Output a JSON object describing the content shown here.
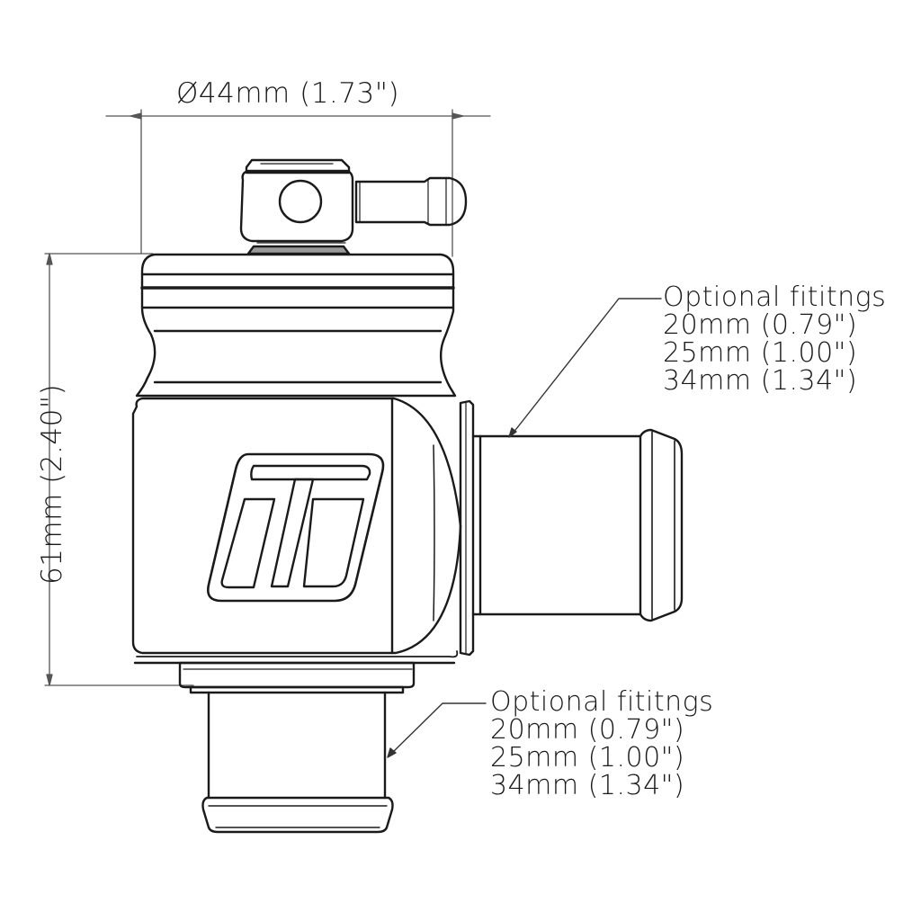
{
  "diagram": {
    "subject": "blow-off / diverter valve dimensional drawing",
    "dimensions": {
      "diameter": {
        "symbol": "Ø",
        "label": "Ø44mm (1.73\")",
        "mm": 44,
        "in": 1.73
      },
      "height": {
        "label": "61mm (2.40\")",
        "mm": 61,
        "in": 2.4
      }
    },
    "callouts": [
      {
        "target": "side outlet fitting",
        "title": "Optional fititngs",
        "sizes": [
          "20mm (0.79\")",
          "25mm (1.00\")",
          "34mm (1.34\")"
        ]
      },
      {
        "target": "bottom inlet fitting",
        "title": "Optional fititngs",
        "sizes": [
          "20mm (0.79\")",
          "25mm (1.00\")",
          "34mm (1.34\")"
        ]
      }
    ],
    "colors": {
      "line": "#1a1a1a",
      "dim_line": "#555555",
      "background": "#ffffff"
    }
  }
}
